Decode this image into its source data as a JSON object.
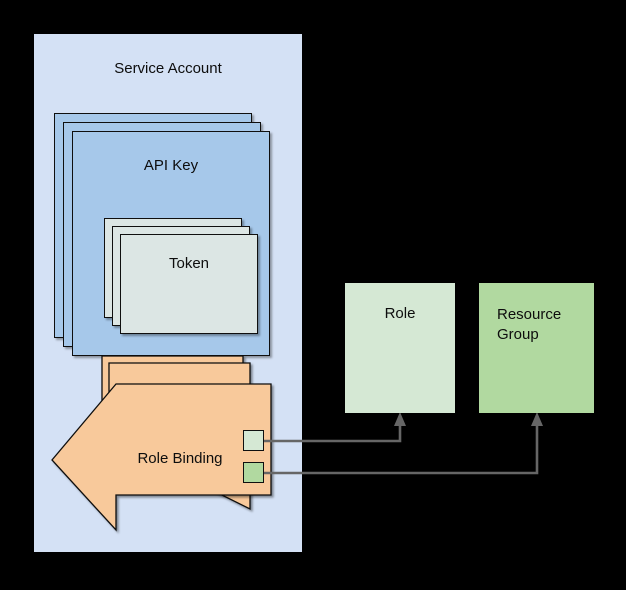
{
  "diagram": {
    "title_text": "Service Account",
    "background_color": "#000000",
    "containers": {
      "service_account": {
        "label": "Service Account",
        "fill": "#d4e1f5"
      }
    },
    "stacks": [
      {
        "name": "api-key",
        "label": "API Key",
        "fill": "#a6c8ea",
        "count": 3
      },
      {
        "name": "token",
        "label": "Token",
        "fill": "#dce6e4",
        "count": 3
      },
      {
        "name": "role-binding",
        "label": "Role Binding",
        "fill": "#f8c99b",
        "count": 3,
        "shape": "left-arrow"
      }
    ],
    "targets": [
      {
        "name": "role",
        "label": "Role",
        "fill": "#d5e8d4"
      },
      {
        "name": "resource-group",
        "label_line1": "Resource",
        "label_line2": "Group",
        "fill": "#b1d9a0"
      }
    ],
    "binding_ports": [
      {
        "name": "role-port",
        "fill": "#d5e8d4",
        "connects_to": "Role"
      },
      {
        "name": "resource-group-port",
        "fill": "#b1d9a0",
        "connects_to": "Resource Group"
      }
    ],
    "connector_color": "#666666",
    "stroke_color": "#0f0f0f"
  }
}
